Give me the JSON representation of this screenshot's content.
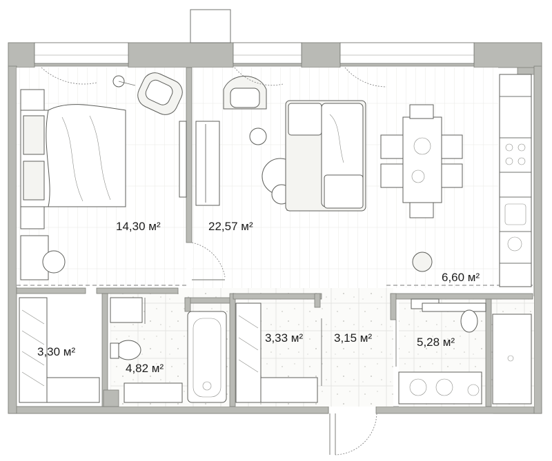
{
  "rooms": [
    {
      "id": "bedroom",
      "area": "14,30 м²"
    },
    {
      "id": "living",
      "area": "22,57 м²"
    },
    {
      "id": "kitchen",
      "area": "6,60 м²"
    },
    {
      "id": "wardrobe-left",
      "area": "3,30 м²"
    },
    {
      "id": "bathroom-left",
      "area": "4,82 м²"
    },
    {
      "id": "wardrobe-mid",
      "area": "3,33 м²"
    },
    {
      "id": "hallway",
      "area": "3,15 м²"
    },
    {
      "id": "bathroom-right",
      "area": "5,28 м²"
    }
  ],
  "colors": {
    "wall": "#b9bab5",
    "floor": "#ffffff",
    "line": "#6f706c"
  }
}
